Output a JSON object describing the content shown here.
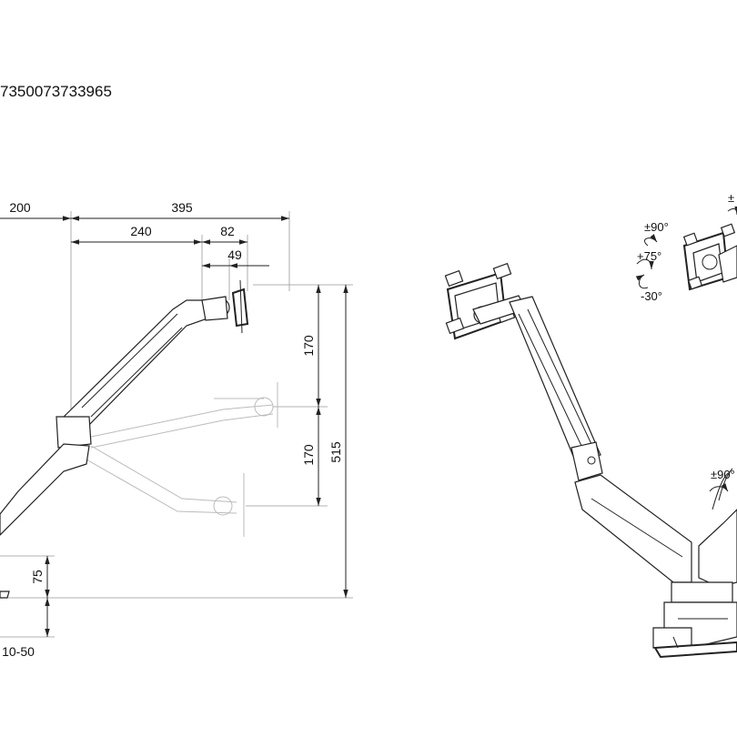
{
  "part_number": "7350073733965",
  "dimensions": {
    "d200": "200",
    "d395": "395",
    "d240": "240",
    "d82": "82",
    "d49": "49",
    "d170_upper": "170",
    "d170_lower": "170",
    "d515": "515",
    "d75": "75",
    "d10_50": "10-50"
  },
  "angles": {
    "tilt_top": "±",
    "swivel_monitor": "±90°",
    "tilt_up": "+75°",
    "tilt_down": "-30°",
    "swivel_base": "±90°"
  }
}
